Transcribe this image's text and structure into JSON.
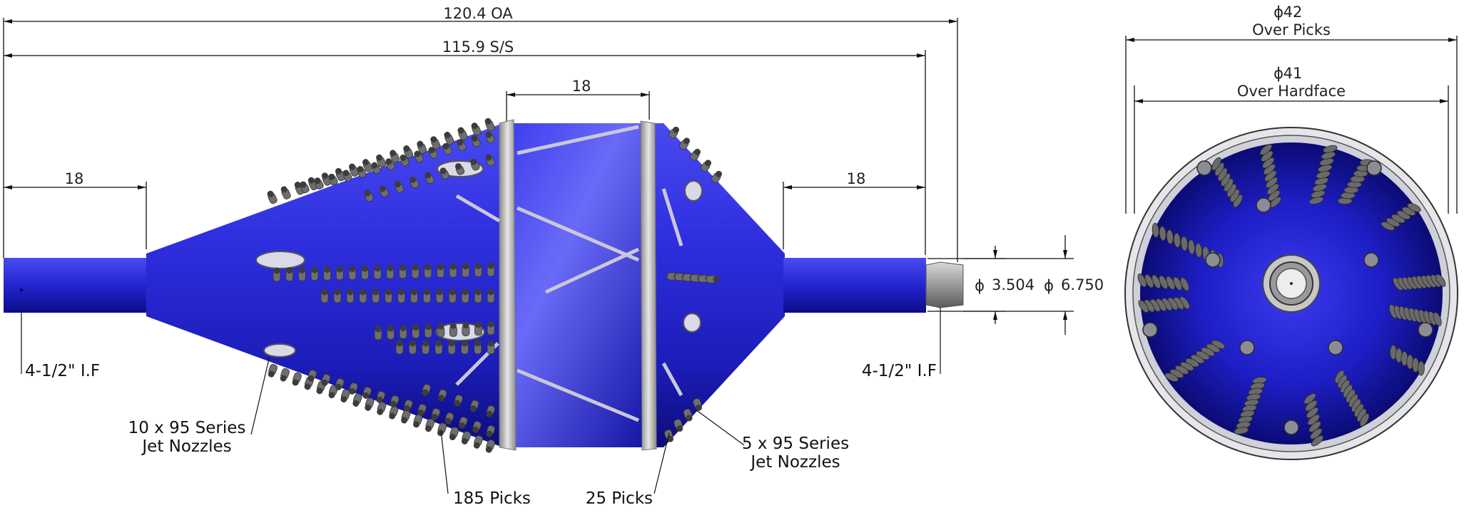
{
  "dimensions": {
    "overall_length": "120.4 OA",
    "shoulder_length": "115.9 S/S",
    "body_length": "18",
    "left_pin_length": "18",
    "right_pin_length": "18",
    "pin_diameter": "3.504",
    "box_diameter": "6.750",
    "diameter_symbol": "ϕ",
    "over_picks_diameter": "42",
    "over_picks_label": "Over Picks",
    "over_hardface_diameter": "41",
    "over_hardface_label": "Over Hardface"
  },
  "callouts": {
    "left_connection": "4-1/2\" I.F",
    "right_connection": "4-1/2\" I.F",
    "jet_nozzles_10_line1": "10 x 95 Series",
    "jet_nozzles_10_line2": "Jet Nozzles",
    "jet_nozzles_5_line1": "5 x 95 Series",
    "jet_nozzles_5_line2": "Jet Nozzles",
    "picks_185": "185 Picks",
    "picks_25": "25 Picks"
  },
  "colors": {
    "body_blue": "#2a2ad8",
    "body_dark": "#0c0c8a",
    "band_gray": "#bdbdbd",
    "pick_gray": "#6e6e6e"
  }
}
